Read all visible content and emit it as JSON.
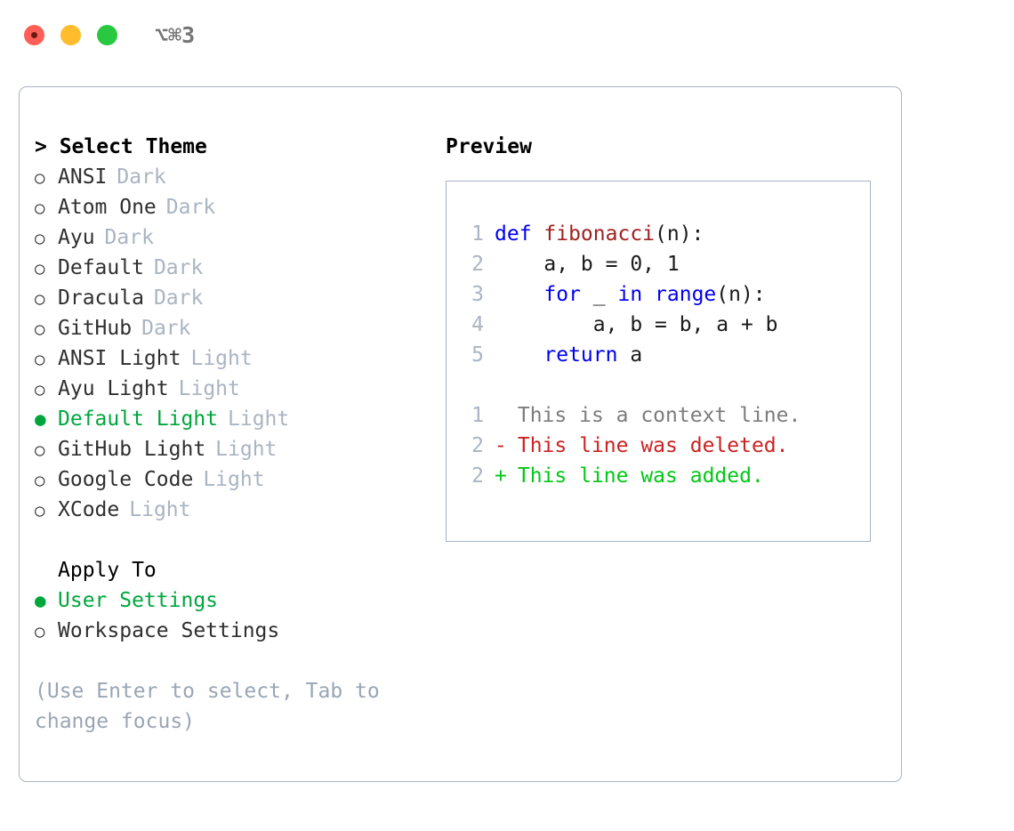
{
  "window": {
    "title": "⌥⌘3",
    "controls": [
      {
        "name": "close",
        "color": "#ff5f57"
      },
      {
        "name": "minimize",
        "color": "#ffbd2e"
      },
      {
        "name": "maximize",
        "color": "#28c840"
      }
    ]
  },
  "colors": {
    "selected_green": "#00a63c",
    "muted": "#aab4c2",
    "hint": "#9aa5b5",
    "border": "#aab4c2",
    "keyword": "#0000ee",
    "function": "#a02020",
    "diff_added": "#00c814",
    "diff_deleted": "#cc2222",
    "diff_context": "#7c7c7c"
  },
  "theme_list": {
    "header": "> Select Theme",
    "items": [
      {
        "marker": "○",
        "label": "ANSI",
        "badge": "Dark",
        "selected": false
      },
      {
        "marker": "○",
        "label": "Atom One",
        "badge": "Dark",
        "selected": false
      },
      {
        "marker": "○",
        "label": "Ayu",
        "badge": "Dark",
        "selected": false
      },
      {
        "marker": "○",
        "label": "Default",
        "badge": "Dark",
        "selected": false
      },
      {
        "marker": "○",
        "label": "Dracula",
        "badge": "Dark",
        "selected": false
      },
      {
        "marker": "○",
        "label": "GitHub",
        "badge": "Dark",
        "selected": false
      },
      {
        "marker": "○",
        "label": "ANSI Light",
        "badge": "Light",
        "selected": false
      },
      {
        "marker": "○",
        "label": "Ayu Light",
        "badge": "Light",
        "selected": false
      },
      {
        "marker": "●",
        "label": "Default Light",
        "badge": "Light",
        "selected": true
      },
      {
        "marker": "○",
        "label": "GitHub Light",
        "badge": "Light",
        "selected": false
      },
      {
        "marker": "○",
        "label": "Google Code",
        "badge": "Light",
        "selected": false
      },
      {
        "marker": "○",
        "label": "XCode",
        "badge": "Light",
        "selected": false
      }
    ]
  },
  "apply_to": {
    "header": "Apply To",
    "items": [
      {
        "marker": "●",
        "label": "User Settings",
        "selected": true
      },
      {
        "marker": "○",
        "label": "Workspace Settings",
        "selected": false
      }
    ]
  },
  "hint": "(Use Enter to select, Tab to change focus)",
  "preview": {
    "title": "Preview",
    "code_lines": [
      {
        "no": "1",
        "tokens": [
          {
            "t": "def ",
            "c": "kw"
          },
          {
            "t": "fibonacci",
            "c": "fn"
          },
          {
            "t": "(n):",
            "c": "plain"
          }
        ]
      },
      {
        "no": "2",
        "tokens": [
          {
            "t": "    a, b = 0, 1",
            "c": "plain"
          }
        ]
      },
      {
        "no": "3",
        "tokens": [
          {
            "t": "    ",
            "c": "plain"
          },
          {
            "t": "for",
            "c": "kw"
          },
          {
            "t": " _ ",
            "c": "plain"
          },
          {
            "t": "in range",
            "c": "kw"
          },
          {
            "t": "(n):",
            "c": "plain"
          }
        ]
      },
      {
        "no": "4",
        "tokens": [
          {
            "t": "        a, b = b, a + b",
            "c": "plain"
          }
        ]
      },
      {
        "no": "5",
        "tokens": [
          {
            "t": "    ",
            "c": "plain"
          },
          {
            "t": "return",
            "c": "kw"
          },
          {
            "t": " a",
            "c": "plain"
          }
        ]
      }
    ],
    "diff_lines": [
      {
        "no": "1",
        "sign": " ",
        "text": "This is a context line.",
        "kind": "ctx"
      },
      {
        "no": "2",
        "sign": "-",
        "text": "This line was deleted.",
        "kind": "del"
      },
      {
        "no": "2",
        "sign": "+",
        "text": "This line was added.",
        "kind": "add"
      }
    ]
  }
}
